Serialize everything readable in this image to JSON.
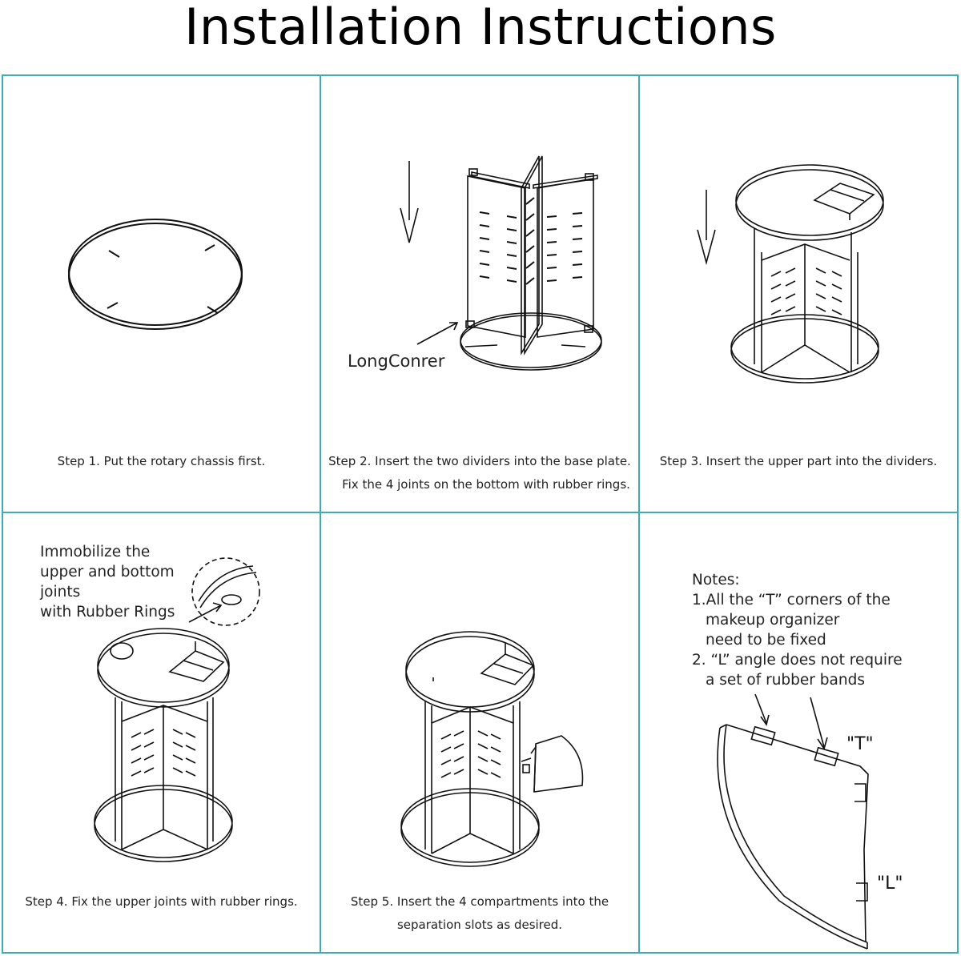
{
  "title": "Installation Instructions",
  "colors": {
    "border": "#3aaeb2",
    "line": "#111111"
  },
  "steps": [
    {
      "caption": "Step 1. Put the rotary chassis first.",
      "caption2": ""
    },
    {
      "caption": "Step 2. Insert the two dividers into the base plate.",
      "caption2": "Fix the 4 joints on the bottom with rubber rings.",
      "label": "LongConrer"
    },
    {
      "caption": "Step 3. Insert the upper part into the dividers.",
      "caption2": ""
    },
    {
      "caption": "Step 4. Fix the upper joints with rubber rings.",
      "caption2": "",
      "note_lines": [
        "Immobilize the",
        "upper and bottom",
        "joints",
        "with Rubber Rings"
      ]
    },
    {
      "caption": "Step 5. Insert the 4 compartments into the",
      "caption2": "separation slots as desired."
    }
  ],
  "notes": {
    "heading": "Notes:",
    "lines": [
      "1.All the “T” corners of the",
      "makeup organizer",
      "need to be fixed",
      "2.  “L” angle does not require",
      "a set of rubber bands"
    ],
    "t_label": "\"T\"",
    "l_label": "\"L\""
  }
}
